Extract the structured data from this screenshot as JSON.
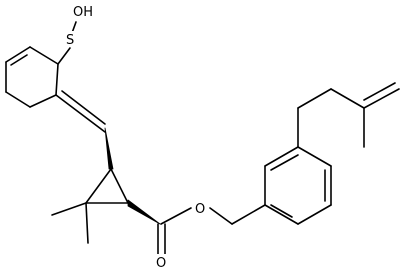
{
  "structure": {
    "atoms": {
      "sulfur": "S",
      "hydroxyl": "OH",
      "carbonyl_oxygen": "O",
      "ester_oxygen": "O"
    }
  },
  "colors": {
    "bond": "#000000",
    "background": "#ffffff"
  }
}
